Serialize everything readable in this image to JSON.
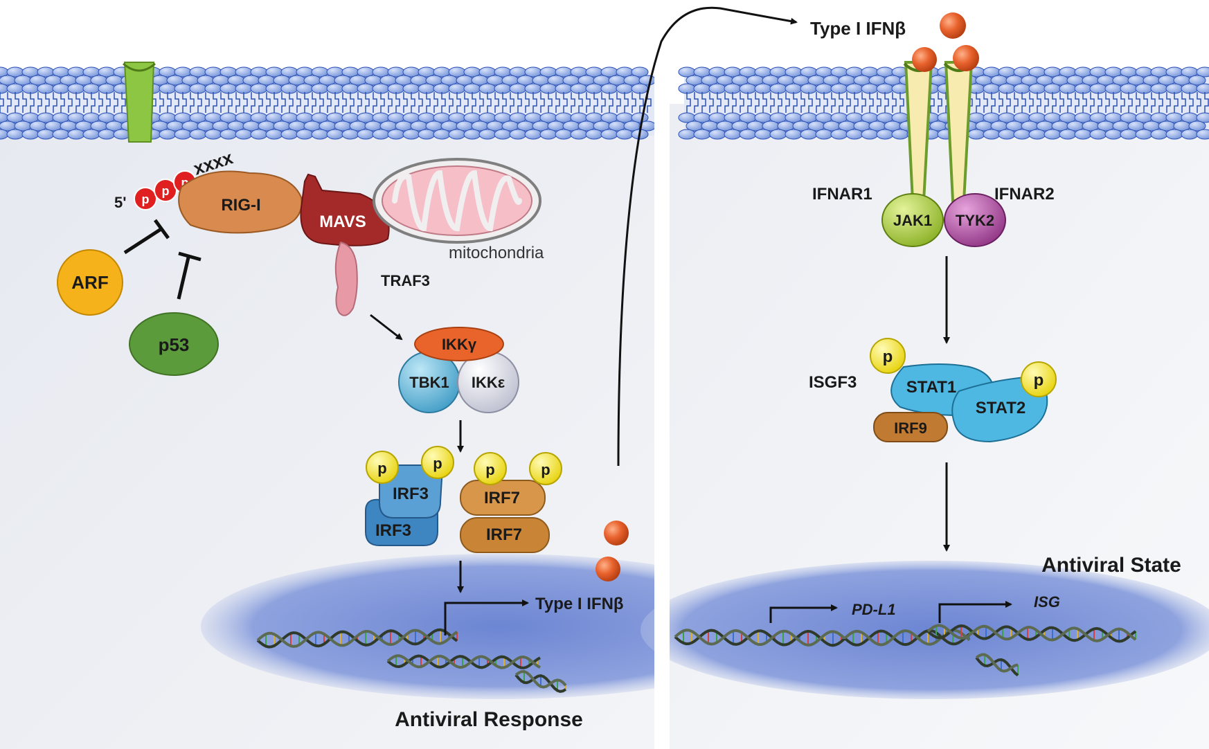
{
  "colors": {
    "membrane": "#6f8fd6",
    "membrane_dark": "#2a4fb5",
    "cytoplasm": "#e8ebf1",
    "nucleus": "#7a92d8",
    "ifn_ball": "#e8622d",
    "arf": "#f6b21a",
    "p53": "#5c9b3c",
    "rigi": "#d98a4e",
    "mavs": "#a42a2a",
    "traf3": "#e79aa6",
    "ikkg": "#e9642b",
    "tbk1": "#4fb0d6",
    "ikke": "#d9dbe6",
    "irf3": "#3e86c2",
    "irf7": "#c98435",
    "p_ball": "#f4e21c",
    "jak1": "#a4c93a",
    "tyk2": "#a8469c",
    "stat": "#4fb8e2",
    "irf9": "#c07a32"
  },
  "left": {
    "five_prime": "5'",
    "p_letter": "p",
    "xxxx": "xxxx",
    "rigi": "RIG-I",
    "mavs": "MAVS",
    "mitochondria": "mitochondria",
    "traf3": "TRAF3",
    "arf": "ARF",
    "p53": "p53",
    "ikkg": "IKKγ",
    "tbk1": "TBK1",
    "ikke": "IKKε",
    "irf3": "IRF3",
    "irf7": "IRF7",
    "gene_label": "Type I IFNβ",
    "caption": "Antiviral Response"
  },
  "right": {
    "ifn_label": "Type I IFNβ",
    "ifnar1": "IFNAR1",
    "ifnar2": "IFNAR2",
    "jak1": "JAK1",
    "tyk2": "TYK2",
    "isgf3": "ISGF3",
    "stat1": "STAT1",
    "stat2": "STAT2",
    "irf9": "IRF9",
    "p_letter": "p",
    "state": "Antiviral State",
    "pdl1": "PD-L1",
    "isg": "ISG"
  }
}
